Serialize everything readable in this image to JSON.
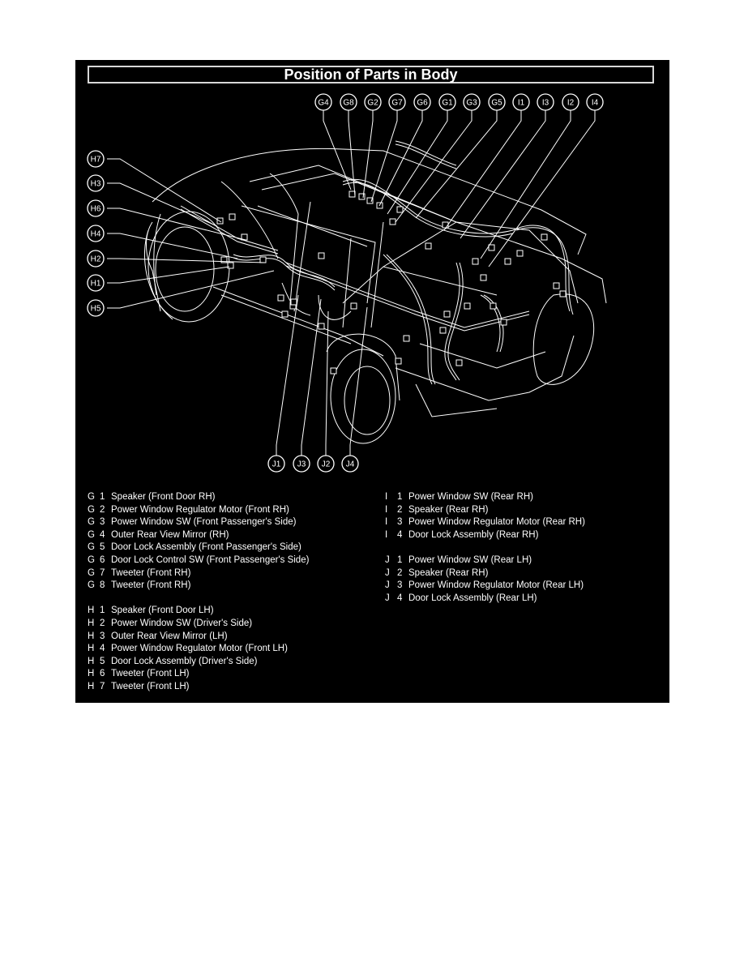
{
  "title": "Position of Parts in Body",
  "colors": {
    "background": "#000000",
    "line": "#ffffff",
    "title_border": "#d8d8d8",
    "page": "#ffffff"
  },
  "callouts": {
    "top": [
      "G4",
      "G8",
      "G2",
      "G7",
      "G6",
      "G1",
      "G3",
      "G5",
      "I1",
      "I3",
      "I2",
      "I4"
    ],
    "left": [
      "H7",
      "H3",
      "H6",
      "H4",
      "H2",
      "H1",
      "H5"
    ],
    "bottom": [
      "J1",
      "J3",
      "J2",
      "J4"
    ]
  },
  "legend": {
    "G": [
      {
        "group": "G",
        "num": "1",
        "desc": "Speaker (Front Door RH)"
      },
      {
        "group": "G",
        "num": "2",
        "desc": "Power Window Regulator Motor (Front RH)"
      },
      {
        "group": "G",
        "num": "3",
        "desc": "Power Window SW (Front Passenger's Side)"
      },
      {
        "group": "G",
        "num": "4",
        "desc": "Outer Rear View Mirror (RH)"
      },
      {
        "group": "G",
        "num": "5",
        "desc": "Door Lock Assembly (Front Passenger's Side)"
      },
      {
        "group": "G",
        "num": "6",
        "desc": "Door Lock Control SW (Front Passenger's Side)"
      },
      {
        "group": "G",
        "num": "7",
        "desc": "Tweeter (Front RH)"
      },
      {
        "group": "G",
        "num": "8",
        "desc": "Tweeter (Front RH)"
      }
    ],
    "H": [
      {
        "group": "H",
        "num": "1",
        "desc": "Speaker (Front Door LH)"
      },
      {
        "group": "H",
        "num": "2",
        "desc": "Power Window SW (Driver's Side)"
      },
      {
        "group": "H",
        "num": "3",
        "desc": "Outer Rear View Mirror (LH)"
      },
      {
        "group": "H",
        "num": "4",
        "desc": "Power Window Regulator Motor (Front LH)"
      },
      {
        "group": "H",
        "num": "5",
        "desc": "Door Lock Assembly (Driver's Side)"
      },
      {
        "group": "H",
        "num": "6",
        "desc": "Tweeter (Front LH)"
      },
      {
        "group": "H",
        "num": "7",
        "desc": "Tweeter (Front LH)"
      }
    ],
    "I": [
      {
        "group": "I",
        "num": "1",
        "desc": "Power Window SW (Rear RH)"
      },
      {
        "group": "I",
        "num": "2",
        "desc": "Speaker (Rear RH)"
      },
      {
        "group": "I",
        "num": "3",
        "desc": "Power Window Regulator Motor (Rear RH)"
      },
      {
        "group": "I",
        "num": "4",
        "desc": "Door Lock Assembly (Rear RH)"
      }
    ],
    "J": [
      {
        "group": "J",
        "num": "1",
        "desc": "Power Window SW (Rear LH)"
      },
      {
        "group": "J",
        "num": "2",
        "desc": "Speaker (Rear RH)"
      },
      {
        "group": "J",
        "num": "3",
        "desc": "Power Window Regulator Motor (Rear LH)"
      },
      {
        "group": "J",
        "num": "4",
        "desc": "Door Lock Assembly (Rear LH)"
      }
    ]
  }
}
